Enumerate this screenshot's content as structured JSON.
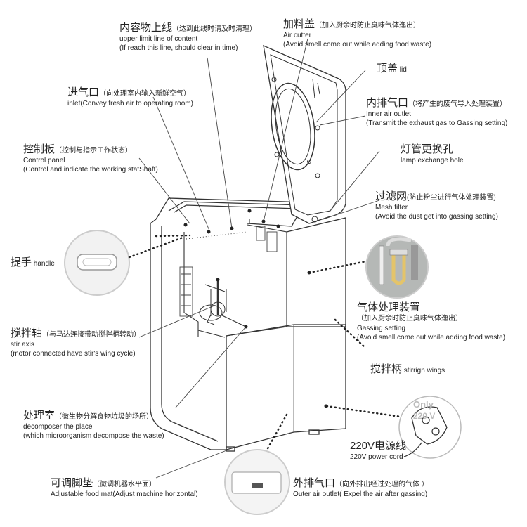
{
  "labels": {
    "upper_limit": {
      "zh": "内容物上线",
      "zh_note": "（达到此线时请及时清理）",
      "en1": "upper limit line of content",
      "en2": "(If reach this line, should clear  in time)"
    },
    "air_cutter": {
      "zh": "加料盖",
      "zh_note": "（加入厨余时防止臭味气体逸出）",
      "en1": "Air cutter",
      "en2": "(Avoid smell come out while adding food waste)"
    },
    "lid": {
      "zh": "顶盖",
      "en": "lid"
    },
    "inlet": {
      "zh": "进气口",
      "zh_note": "（向处理室内输入新鲜空气）",
      "en1": "inlet(Convey fresh air to operating room)"
    },
    "inner_outlet": {
      "zh": "内排气口",
      "zh_note": "（将产生的废气导入处理装置）",
      "en1": "Inner air outlet",
      "en2": "(Transmit the exhaust gas to Gassing setting)"
    },
    "lamp": {
      "zh": "灯管更换孔",
      "en1": "lamp exchange hole"
    },
    "control_panel": {
      "zh": "控制板",
      "zh_note": "（控制与指示工作状态）",
      "en1": "Control panel",
      "en2": "(Control and indicate the working statShaft)"
    },
    "mesh_filter": {
      "zh": "过滤网",
      "zh_note": "(防止粉尘进行气体处理装置)",
      "en1": "Mesh filter",
      "en2": "(Avoid the dust get into gassing setting)"
    },
    "handle": {
      "zh": "提手",
      "en": "handle"
    },
    "gassing": {
      "zh": "气体处理装置",
      "zh_note": "（加入厨余时防止臭味气体逸出）",
      "en1": "Gassing setting",
      "en2": "(Avoid smell come out while adding food waste)"
    },
    "stir_axis": {
      "zh": "搅拌轴",
      "zh_note": "（与马达连接带动搅拌柄转动）",
      "en1": "stir axis",
      "en2": "(motor connected have stir's wing cycle)"
    },
    "stir_wings": {
      "zh": "搅拌柄",
      "en": "stirrign wings"
    },
    "decomposer": {
      "zh": "处理室",
      "zh_note": "（微生物分解食物垃圾的场所）",
      "en1": "decomposer the place",
      "en2": "(which microorganism decompose the waste)"
    },
    "power_cord": {
      "zh": "220V电源线",
      "en1": "220V power cord"
    },
    "food_mat": {
      "zh": "可调脚垫",
      "zh_note": "（微调机器水平面）",
      "en1": "Adjustable food mat(Adjust machine horizontal)"
    },
    "outer_outlet": {
      "zh": "外排气口",
      "zh_note": "（向外排出经过处理的气体 ）",
      "en1": "Outer air outlet( Expel the air after gassing)"
    }
  },
  "plug_text": {
    "only": "Only",
    "volt": "220 V"
  }
}
